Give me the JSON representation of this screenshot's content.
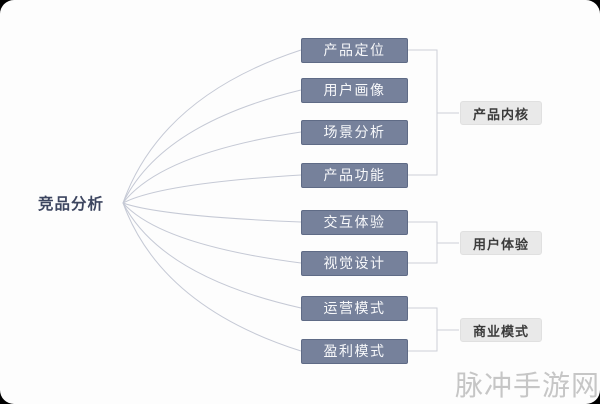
{
  "root": {
    "label": "竞品分析"
  },
  "branches": [
    {
      "label": "产品定位"
    },
    {
      "label": "用户画像"
    },
    {
      "label": "场景分析"
    },
    {
      "label": "产品功能"
    },
    {
      "label": "交互体验"
    },
    {
      "label": "视觉设计"
    },
    {
      "label": "运营模式"
    },
    {
      "label": "盈利模式"
    }
  ],
  "groups": [
    {
      "label": "产品内核",
      "from": 0,
      "to": 3
    },
    {
      "label": "用户体验",
      "from": 4,
      "to": 5
    },
    {
      "label": "商业模式",
      "from": 6,
      "to": 7
    }
  ],
  "watermark": "脉冲手游网",
  "colors": {
    "box_fill": "#76819b",
    "box_border": "#5f6b86",
    "box_text": "#f7f8fa",
    "curve_line": "#c5c9d5",
    "bracket_line": "#cdd0d8",
    "group_bg": "#e9e9e9",
    "group_text": "#3b3b3b",
    "root_text": "#3d4660",
    "watermark_text": "#c6c6c6",
    "canvas_bg": "#fdfdfd"
  }
}
